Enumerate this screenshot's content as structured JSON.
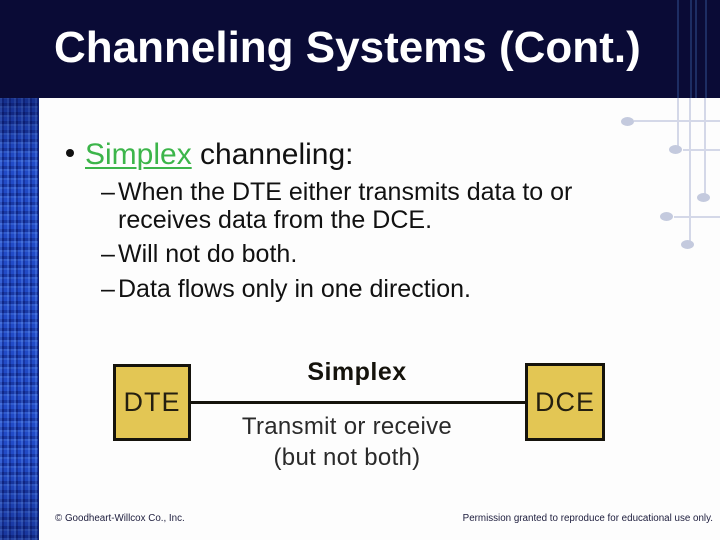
{
  "slide": {
    "title": "Channeling Systems (Cont.)",
    "colors": {
      "header_bg": "#0a0b36",
      "sidebar_blue": "#1a41bd",
      "accent_green": "#3cb54a",
      "box_gold": "#e3c654",
      "decor_line": "#d4d8e8"
    }
  },
  "bullets": {
    "marker": "–",
    "main": {
      "term": "Simplex",
      "rest": " channeling:"
    },
    "sub": [
      "When the DTE either transmits data to or receives data from the DCE.",
      "Will not do both.",
      "Data flows only in one direction."
    ]
  },
  "diagram": {
    "title": "Simplex",
    "left_box": "DTE",
    "right_box": "DCE",
    "caption_line1": "Transmit or receive",
    "caption_line2": "(but not both)"
  },
  "footer": {
    "left": "© Goodheart-Willcox Co., Inc.",
    "right": "Permission granted to reproduce for educational use only."
  }
}
